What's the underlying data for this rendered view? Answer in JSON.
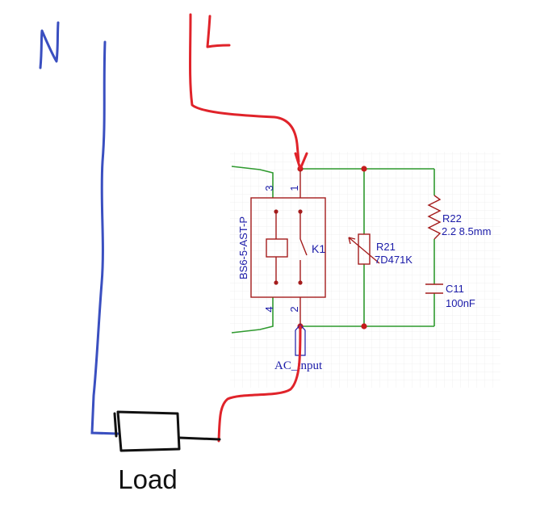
{
  "handwritten": {
    "neutral_label": "N",
    "live_label": "L",
    "load_label": "Load"
  },
  "relay": {
    "designator": "K1",
    "part_number": "BS6-5-AST-P",
    "pins": [
      "3",
      "1",
      "4",
      "2"
    ]
  },
  "varistor": {
    "designator": "R21",
    "value": "7D471K"
  },
  "snubber_resistor": {
    "designator": "R22",
    "value": "2.2 8.5mm"
  },
  "snubber_capacitor": {
    "designator": "C11",
    "value": "100nF"
  },
  "net_label": "AC_input",
  "colors": {
    "neutral_wire": "#3a4fc0",
    "live_wire": "#e0232a",
    "schematic_wire": "#2f9a2f",
    "component": "#a41c1c",
    "pin_number": "#1a1aa8",
    "net_label": "#1a1aa8",
    "ink": "#111111"
  }
}
